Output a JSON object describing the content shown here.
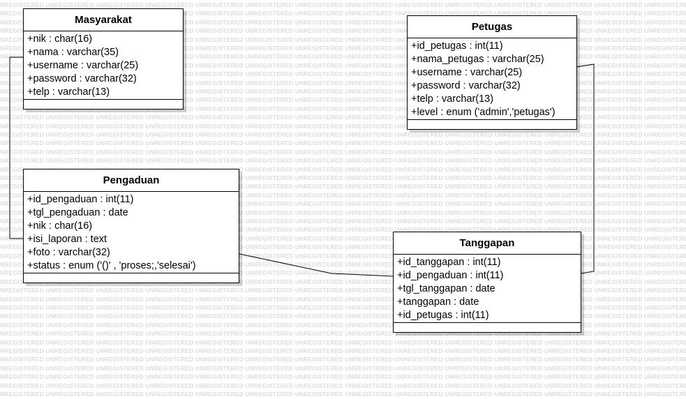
{
  "watermark_text": "UNREGISTERED",
  "colors": {
    "border": "#000000",
    "background": "#ffffff",
    "watermark": "#dcdcdc"
  },
  "classes": {
    "masyarakat": {
      "name": "Masyarakat",
      "attributes": [
        "+nik : char(16)",
        "+nama : varchar(35)",
        "+username : varchar(25)",
        "+password : varchar(32)",
        "+telp : varchar(13)"
      ]
    },
    "petugas": {
      "name": "Petugas",
      "attributes": [
        "+id_petugas : int(11)",
        "+nama_petugas : varchar(25)",
        "+username : varchar(25)",
        "+password : varchar(32)",
        "+telp : varchar(13)",
        "+level : enum ('admin','petugas')"
      ]
    },
    "pengaduan": {
      "name": "Pengaduan",
      "attributes": [
        "+id_pengaduan : int(11)",
        "+tgl_pengaduan : date",
        "+nik : char(16)",
        "+isi_laporan : text",
        "+foto : varchar(32)",
        "+status : enum ('()' , 'proses;,'selesai')"
      ]
    },
    "tanggapan": {
      "name": "Tanggapan",
      "attributes": [
        "+id_tanggapan : int(11)",
        "+id_pengaduan : int(11)",
        "+tgl_tanggapan : date",
        "+tanggapan : date",
        "+id_petugas : int(11)"
      ]
    }
  }
}
